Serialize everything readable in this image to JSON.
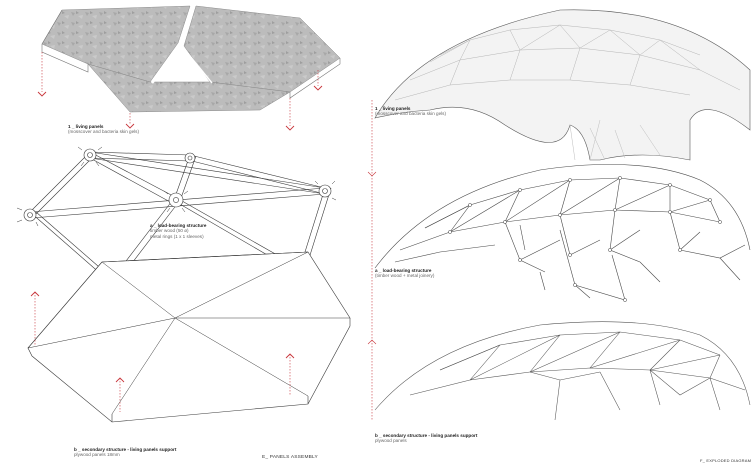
{
  "colors": {
    "background": "#ffffff",
    "panel_fill": "#b9b9b9",
    "line": "#3a3a3a",
    "thin_line": "#8a8a8a",
    "arrow": "#c8343a",
    "dash": "#c8343a"
  },
  "left": {
    "panels": {
      "title": "1 _ living panels",
      "subtitle": "(mosscover and bacteria skin gels)"
    },
    "structure": {
      "title": "a _ load-bearing structure",
      "subtitle_1": "timber wood (50 ø)",
      "subtitle_2": "metal rings (1 x 1 sleeves)"
    },
    "support": {
      "title": "b _ secondary structure - living panels support",
      "subtitle": "plywood panels 18mm"
    },
    "caption": "E_ PANELS ASSEMBLY"
  },
  "right": {
    "panels": {
      "title": "1 _ living panels",
      "subtitle": "(mosscover and bacteria skin gels)"
    },
    "structure": {
      "title": "a _ load-bearing structure",
      "subtitle": "(timber wood + metal joinery)"
    },
    "support": {
      "title": "b _ secondary structure - living panels support",
      "subtitle": "plywood panels"
    },
    "caption": "F_ EXPLODED DIAGRAM"
  }
}
